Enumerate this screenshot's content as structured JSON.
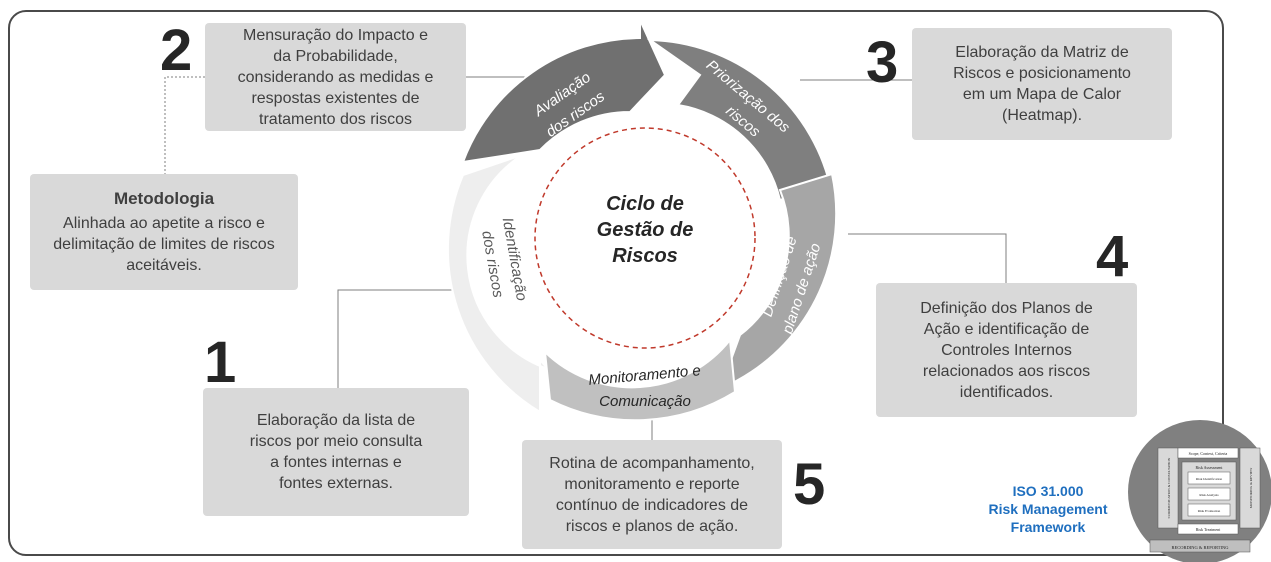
{
  "center": {
    "line1": "Ciclo de",
    "line2": "Gestão de",
    "line3": "Riscos"
  },
  "segments": {
    "identificacao": {
      "line1": "Identificação",
      "line2": "dos riscos"
    },
    "avaliacao": {
      "line1": "Avaliação",
      "line2": "dos riscos"
    },
    "priorizacao": {
      "line1": "Priorização dos",
      "line2": "riscos"
    },
    "definicao": {
      "line1": "Definição de",
      "line2": "plano de ação"
    },
    "monitoramento": {
      "line1": "Monitoramento e",
      "line2": "Comunicação"
    }
  },
  "steps": {
    "one": {
      "number": "1",
      "text": "Elaboração da lista de\nriscos por meio consulta\na fontes internas  e\nfontes externas."
    },
    "two": {
      "number": "2",
      "text": "Mensuração do Impacto e\nda Probabilidade,\nconsiderando as medidas e\nrespostas existentes de\ntratamento dos riscos"
    },
    "three": {
      "number": "3",
      "text": "Elaboração da Matriz de\nRiscos e posicionamento\nem um Mapa de Calor\n(Heatmap)."
    },
    "four": {
      "number": "4",
      "text": "Definição dos Planos de\nAção e identificação de\nControles Internos\nrelacionados aos riscos\nidentificados."
    },
    "five": {
      "number": "5",
      "text": "Rotina de acompanhamento,\nmonitoramento e reporte\ncontínuo de indicadores de\nriscos e planos de ação."
    }
  },
  "methodology": {
    "title": "Metodologia",
    "text": "Alinhada ao apetite a risco e\ndelimitação de limites de riscos\naceitáveis."
  },
  "iso": {
    "text": "ISO 31.000\nRisk Management\nFramework"
  },
  "iso_badge": {
    "top": "Scope, Context, Criteria",
    "assessment": "Risk Assessment",
    "identification": "Risk Identification",
    "analysis": "Risk Analysis",
    "evaluation": "Risk Evaluation",
    "treatment": "Risk Treatment",
    "left": "COMMUNICATION & CONSULTATION",
    "right": "MONITORING & REVIEW",
    "bottom": "RECORDING & REPORTING"
  },
  "colors": {
    "avaliacao": "#707070",
    "priorizacao": "#7f7f7f",
    "definicao": "#a6a6a6",
    "monitoramento": "#c0c0c0",
    "identificacao": "#eeeeee",
    "box": "#d9d9d9",
    "center_dash": "#c0392b",
    "iso_text": "#1f6fbf"
  }
}
